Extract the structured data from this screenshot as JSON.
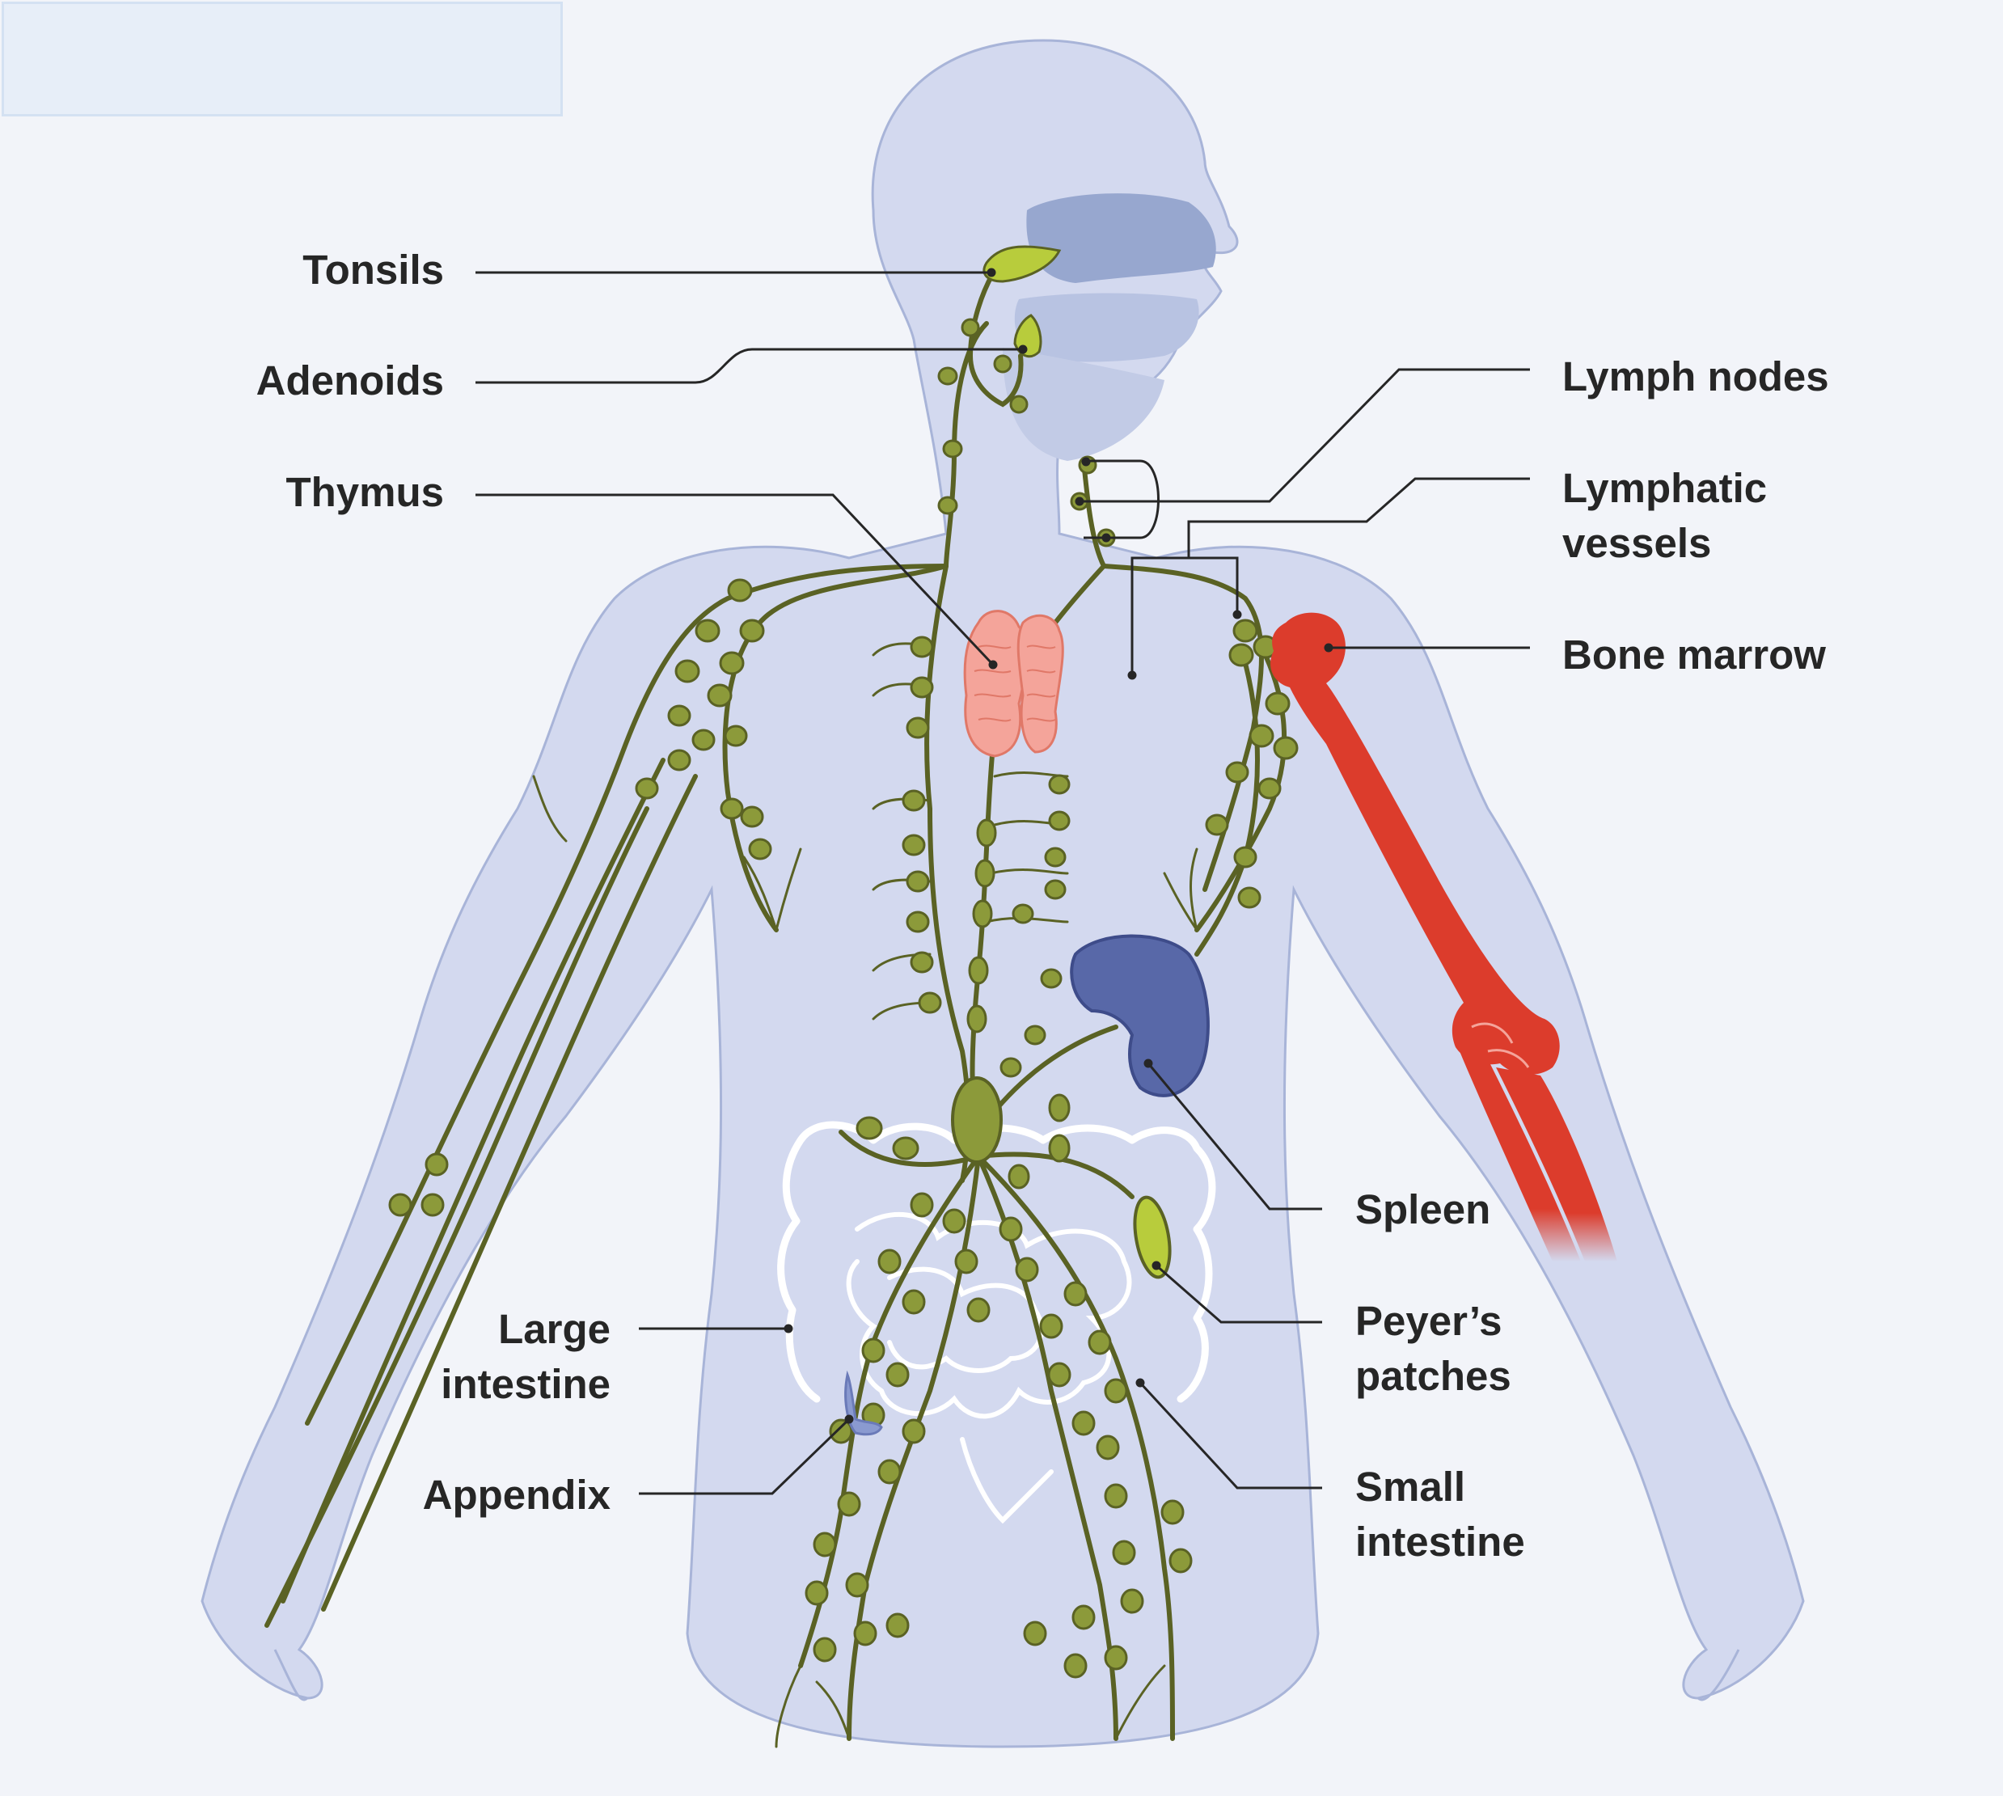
{
  "labels": {
    "tonsils": "Tonsils",
    "adenoids": "Adenoids",
    "thymus": "Thymus",
    "large_intestine": [
      "Large",
      "intestine"
    ],
    "appendix": "Appendix",
    "lymph_nodes": "Lymph nodes",
    "lymphatic_vessels": [
      "Lymphatic",
      "vessels"
    ],
    "bone_marrow": "Bone marrow",
    "spleen": "Spleen",
    "peyers_patches": [
      "Peyer’s",
      "patches"
    ],
    "small_intestine": [
      "Small",
      "intestine"
    ]
  },
  "colors": {
    "background": "#f2f4f9",
    "body": "#d3d9ef",
    "body_outline": "#a8b4d8",
    "lymph": "#5a6224",
    "node": "#8c9a3a",
    "tonsil": "#b8cc3c",
    "thymus": "#f4a49a",
    "spleen": "#5868a8",
    "bone": "#dc3c2c",
    "leader_line": "#262626",
    "intestine": "#ffffff"
  }
}
